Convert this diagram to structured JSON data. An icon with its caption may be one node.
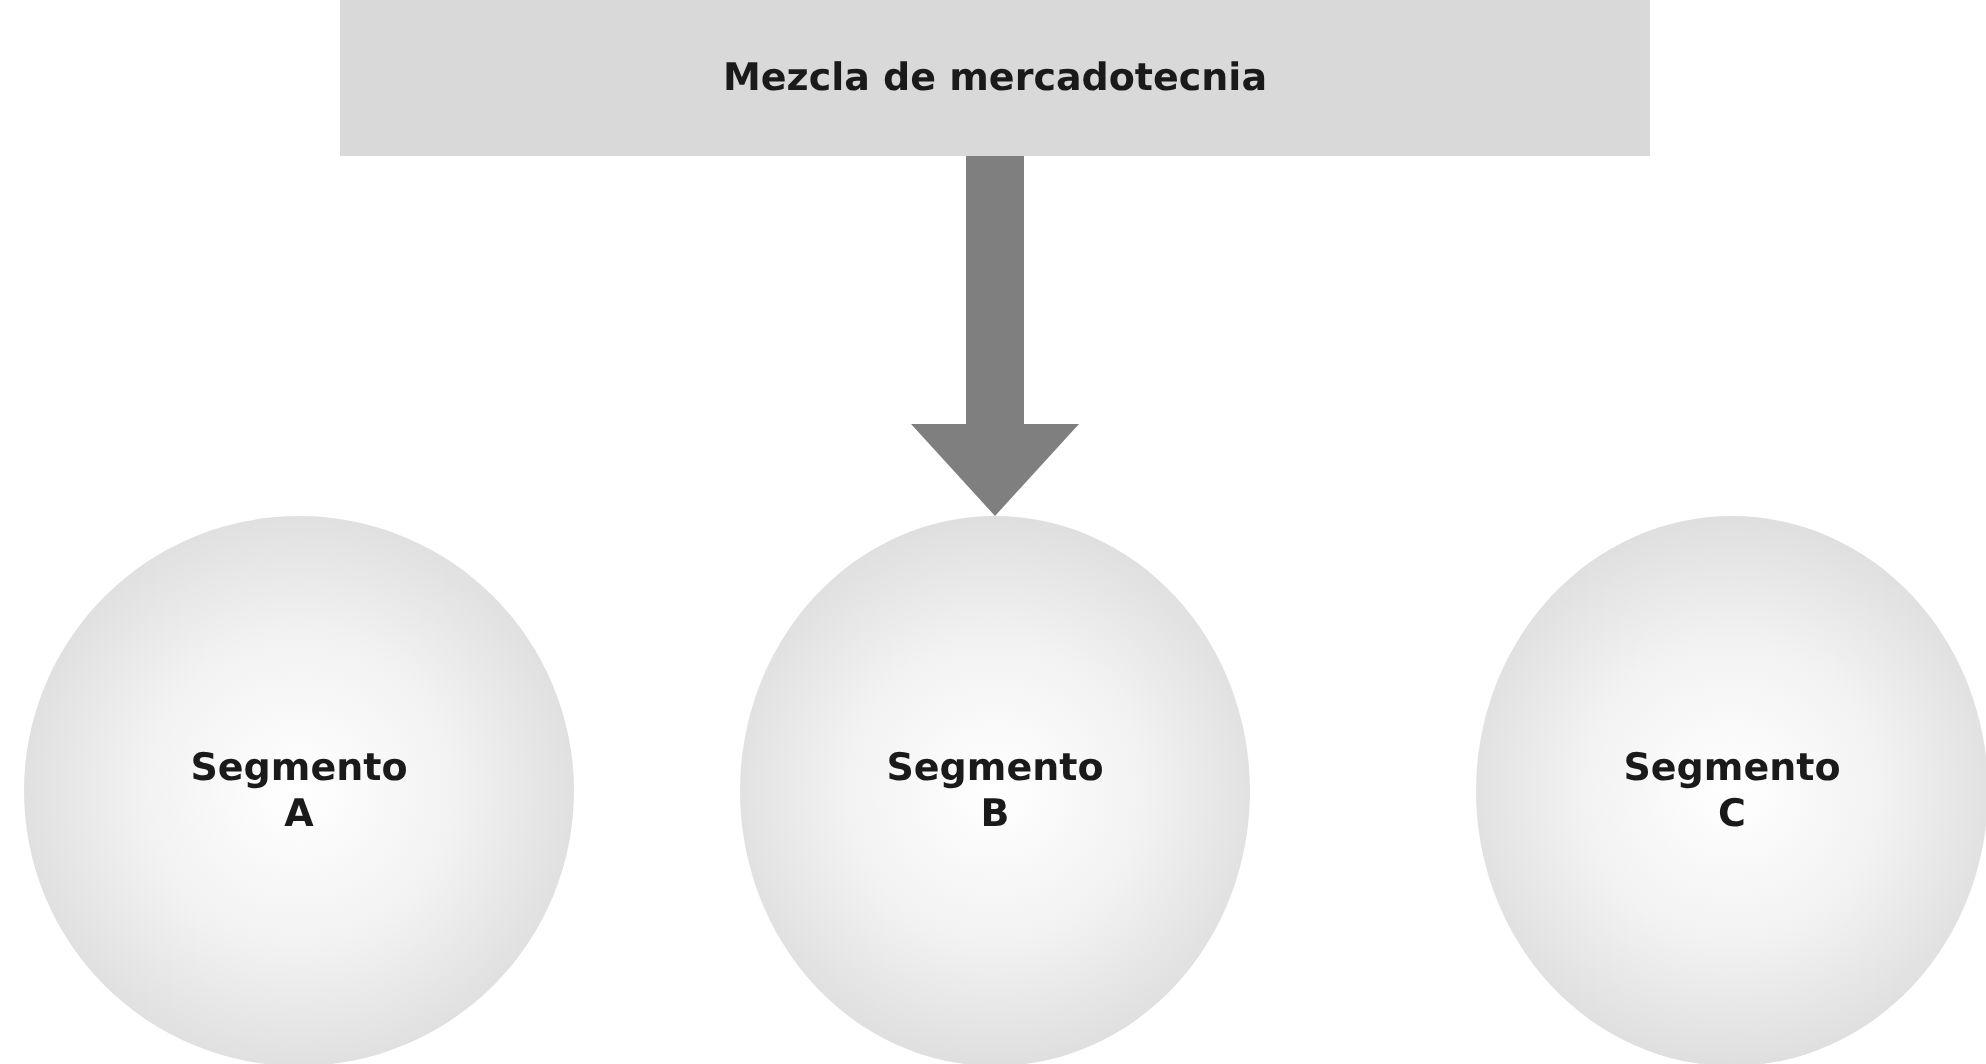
{
  "diagram": {
    "nodes": [
      {
        "text": [
          "Mezcla de mercadotecnia"
        ]
      },
      {
        "text": [
          "Segmento A"
        ]
      },
      {
        "text": [
          "Segmento B"
        ]
      },
      {
        "text": [
          "Segmento C"
        ]
      }
    ],
    "edges": [
      {
        "from": 0,
        "to": 2,
        "arrow": "to"
      }
    ]
  }
}
